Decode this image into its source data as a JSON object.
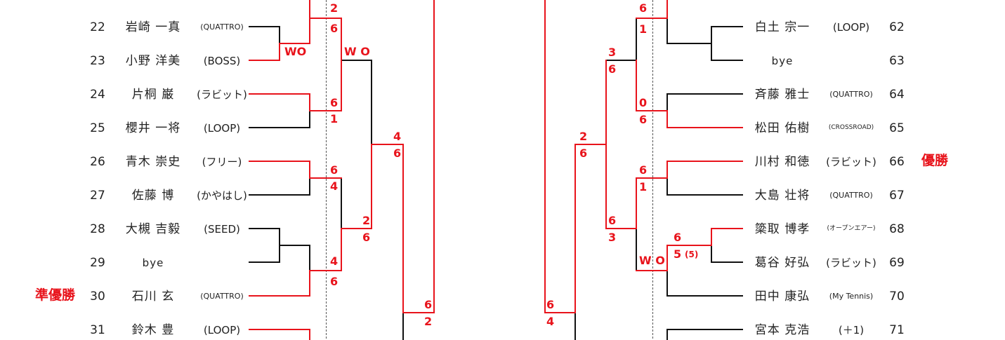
{
  "colors": {
    "win": "#e8131b",
    "line": "#111111",
    "dashed": "#555555"
  },
  "left_players": [
    {
      "no": "22",
      "name": "岩崎 一真",
      "club": "(QUATTRO)"
    },
    {
      "no": "23",
      "name": "小野 洋美",
      "club": "(BOSS)"
    },
    {
      "no": "24",
      "name": "片桐 巌",
      "club": "(ラビット)"
    },
    {
      "no": "25",
      "name": "櫻井 一将",
      "club": "(LOOP)"
    },
    {
      "no": "26",
      "name": "青木 崇史",
      "club": "(フリー)"
    },
    {
      "no": "27",
      "name": "佐藤 博",
      "club": "(かやはし)"
    },
    {
      "no": "28",
      "name": "大槻 吉毅",
      "club": "(SEED)"
    },
    {
      "no": "29",
      "name": "bye",
      "club": ""
    },
    {
      "no": "30",
      "name": "石川 玄",
      "club": "(QUATTRO)"
    },
    {
      "no": "31",
      "name": "鈴木 豊",
      "club": "(LOOP)"
    }
  ],
  "right_players": [
    {
      "no": "62",
      "name": "白土 宗一",
      "club": "(LOOP)"
    },
    {
      "no": "63",
      "name": "bye",
      "club": ""
    },
    {
      "no": "64",
      "name": "斉藤 雅士",
      "club": "(QUATTRO)"
    },
    {
      "no": "65",
      "name": "松田 佑樹",
      "club": "(CROSSROAD)"
    },
    {
      "no": "66",
      "name": "川村 和徳",
      "club": "(ラビット)"
    },
    {
      "no": "67",
      "name": "大島 壮将",
      "club": "(QUATTRO)"
    },
    {
      "no": "68",
      "name": "簗取 博孝",
      "club": "(オープンエアー)"
    },
    {
      "no": "69",
      "name": "葛谷 好弘",
      "club": "(ラビット)"
    },
    {
      "no": "70",
      "name": "田中 康弘",
      "club": "(My Tennis)"
    },
    {
      "no": "71",
      "name": "宮本 克浩",
      "club": "(＋1)"
    }
  ],
  "labels": {
    "runner_up": "準優勝",
    "champion": "優勝"
  },
  "scores": {
    "l_top": "2",
    "l_r1a": "6",
    "l_wo1": "WO",
    "l_wo2": "W O",
    "l_r1b_w": "6",
    "l_r1b_l": "1",
    "l_r1c_w": "6",
    "l_r1c_l": "4",
    "l_r1d_w": "4",
    "l_r1d_l": "6",
    "l_r2b_w": "2",
    "l_r2b_l": "6",
    "l_r3_w": "4",
    "l_r3_l": "6",
    "l_sf_w": "6",
    "l_sf_l": "2",
    "r_top_w": "6",
    "r_top_l": "1",
    "r_r2a_w": "3",
    "r_r2a_l": "6",
    "r_r1b_w": "0",
    "r_r1b_l": "6",
    "r_r3_w": "2",
    "r_r3_l": "6",
    "r_r1c_w": "6",
    "r_r1c_l": "1",
    "r_r2b_w": "6",
    "r_r2b_l": "3",
    "r_r1d_w": "6",
    "r_r1d_l": "5",
    "r_tb": "(5)",
    "r_wo": "W O",
    "r_sf_w": "6",
    "r_sf_l": "4"
  }
}
